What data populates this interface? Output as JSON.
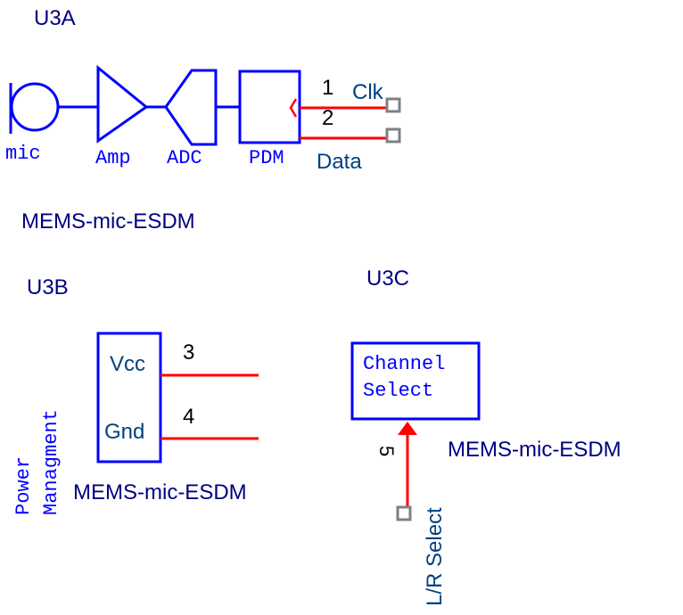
{
  "colors": {
    "symbol": "#0000ff",
    "ref_text": "#00007f",
    "pin_name": "#004080",
    "wire": "#ff0000",
    "pin_number": "#000000",
    "terminal": "#808080"
  },
  "unit_a": {
    "ref": "U3A",
    "value": "MEMS-mic-ESDM",
    "blocks": {
      "mic": "mic",
      "amp": "Amp",
      "adc": "ADC",
      "pdm": "PDM"
    },
    "pins": [
      {
        "number": "1",
        "name": "Clk"
      },
      {
        "number": "2",
        "name": "Data"
      }
    ]
  },
  "unit_b": {
    "ref": "U3B",
    "value": "MEMS-mic-ESDM",
    "title_line1": "Power",
    "title_line2": "Managment",
    "pins": [
      {
        "number": "3",
        "name": "Vcc"
      },
      {
        "number": "4",
        "name": "Gnd"
      }
    ]
  },
  "unit_c": {
    "ref": "U3C",
    "value": "MEMS-mic-ESDM",
    "block_line1": "Channel",
    "block_line2": "Select",
    "pins": [
      {
        "number": "5",
        "name": "L/R Select"
      }
    ]
  }
}
